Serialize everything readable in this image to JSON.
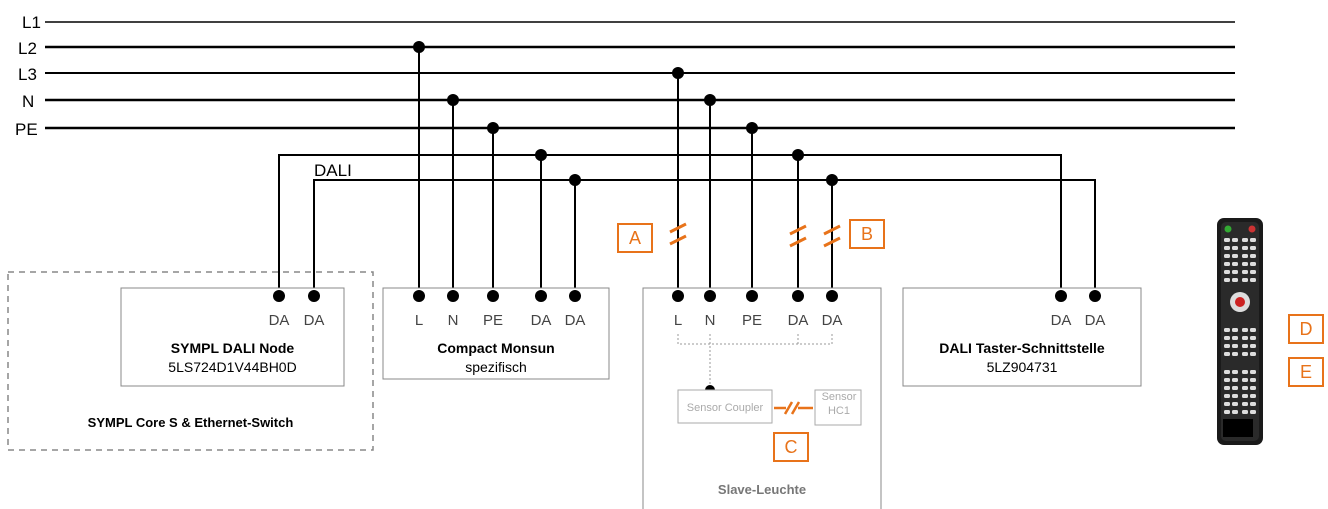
{
  "buses": [
    "L1",
    "L2",
    "L3",
    "N",
    "PE"
  ],
  "dali_label": "DALI",
  "boxes": {
    "sympl_core": {
      "title": "SYMPL Core S & Ethernet-Switch"
    },
    "sympl_node": {
      "terminals": [
        "DA",
        "DA"
      ],
      "title": "SYMPL DALI Node",
      "subtitle": "5LS724D1V44BH0D"
    },
    "compact": {
      "terminals": [
        "L",
        "N",
        "PE",
        "DA",
        "DA"
      ],
      "title": "Compact Monsun",
      "subtitle": "spezifisch"
    },
    "slave": {
      "terminals": [
        "L",
        "N",
        "PE",
        "DA",
        "DA"
      ],
      "title": "Slave-Leuchte",
      "sensor_coupler": "Sensor Coupler",
      "sensor_hc1": "Sensor HC1"
    },
    "taster": {
      "terminals": [
        "DA",
        "DA"
      ],
      "title": "DALI Taster-Schnittstelle",
      "subtitle": "5LZ904731"
    }
  },
  "tags": {
    "a": "A",
    "b": "B",
    "c": "C",
    "d": "D",
    "e": "E"
  },
  "colors": {
    "accent": "#e8731a",
    "line": "#000000",
    "box_border": "#999999"
  },
  "icons": {
    "remote": "remote-control-icon",
    "wireless": "wireless-link-icon"
  }
}
